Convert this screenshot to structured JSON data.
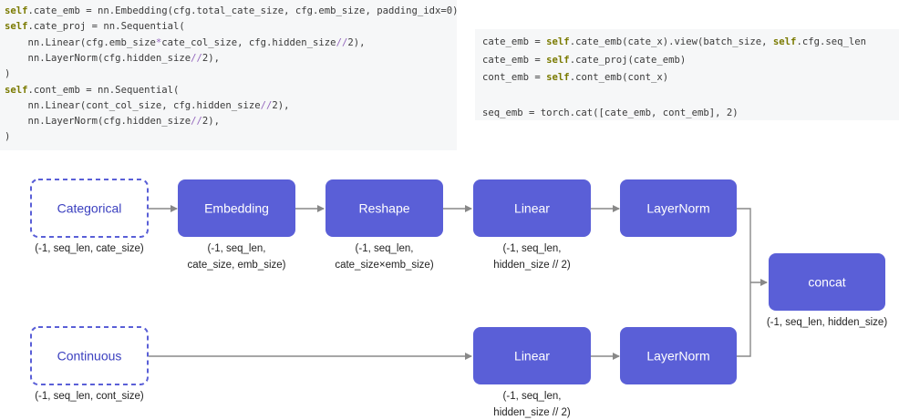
{
  "code_left": [
    [
      {
        "t": "self",
        "c": "kw"
      },
      {
        "t": ".cate_emb = nn.Embedding(cfg.total_cate_size, cfg.emb_size, padding_idx=0)"
      }
    ],
    [
      {
        "t": "self",
        "c": "kw"
      },
      {
        "t": ".cate_proj = nn.Sequential("
      }
    ],
    [
      {
        "t": "    nn.Linear(cfg.emb_size"
      },
      {
        "t": "*",
        "c": "op"
      },
      {
        "t": "cate_col_size, cfg.hidden_size"
      },
      {
        "t": "//",
        "c": "op"
      },
      {
        "t": "2),"
      }
    ],
    [
      {
        "t": "    nn.LayerNorm(cfg.hidden_size"
      },
      {
        "t": "//",
        "c": "op"
      },
      {
        "t": "2),"
      }
    ],
    [
      {
        "t": ")"
      }
    ],
    [
      {
        "t": "self",
        "c": "kw"
      },
      {
        "t": ".cont_emb = nn.Sequential("
      }
    ],
    [
      {
        "t": "    nn.Linear(cont_col_size, cfg.hidden_size"
      },
      {
        "t": "//",
        "c": "op"
      },
      {
        "t": "2),"
      }
    ],
    [
      {
        "t": "    nn.LayerNorm(cfg.hidden_size"
      },
      {
        "t": "//",
        "c": "op"
      },
      {
        "t": "2),"
      }
    ],
    [
      {
        "t": ")"
      }
    ]
  ],
  "code_right": [
    [
      {
        "t": "cate_emb = "
      },
      {
        "t": "self",
        "c": "kw"
      },
      {
        "t": ".cate_emb(cate_x).view(batch_size, "
      },
      {
        "t": "self",
        "c": "kw"
      },
      {
        "t": ".cfg.seq_len"
      }
    ],
    [
      {
        "t": "cate_emb = "
      },
      {
        "t": "self",
        "c": "kw"
      },
      {
        "t": ".cate_proj(cate_emb)"
      }
    ],
    [
      {
        "t": "cont_emb = "
      },
      {
        "t": "self",
        "c": "kw"
      },
      {
        "t": ".cont_emb(cont_x)"
      }
    ],
    [
      {
        "t": ""
      }
    ],
    [
      {
        "t": "seq_emb = torch.cat([cate_emb, cont_emb], 2)"
      }
    ]
  ],
  "diagram": {
    "categorical": {
      "label": "Categorical",
      "shape": [
        "(-1, seq_len, cate_size)"
      ]
    },
    "embedding": {
      "label": "Embedding",
      "shape": [
        "(-1, seq_len,",
        "cate_size, emb_size)"
      ]
    },
    "reshape": {
      "label": "Reshape",
      "shape": [
        "(-1, seq_len,",
        "cate_size×emb_size)"
      ]
    },
    "linear_top": {
      "label": "Linear",
      "shape": [
        "(-1, seq_len,",
        "hidden_size // 2)"
      ]
    },
    "layernorm_top": {
      "label": "LayerNorm",
      "shape": []
    },
    "concat": {
      "label": "concat",
      "shape": [
        "(-1, seq_len, hidden_size)"
      ]
    },
    "continuous": {
      "label": "Continuous",
      "shape": [
        "(-1, seq_len, cont_size)"
      ]
    },
    "linear_bottom": {
      "label": "Linear",
      "shape": [
        "(-1, seq_len,",
        "hidden_size // 2)"
      ]
    },
    "layernorm_bottom": {
      "label": "LayerNorm",
      "shape": []
    }
  },
  "colors": {
    "node_fill": "#5a5fd7",
    "input_border": "#5a5fd7",
    "input_text": "#3a3fbf",
    "arrow": "#888888",
    "code_bg": "#f6f7f8"
  }
}
